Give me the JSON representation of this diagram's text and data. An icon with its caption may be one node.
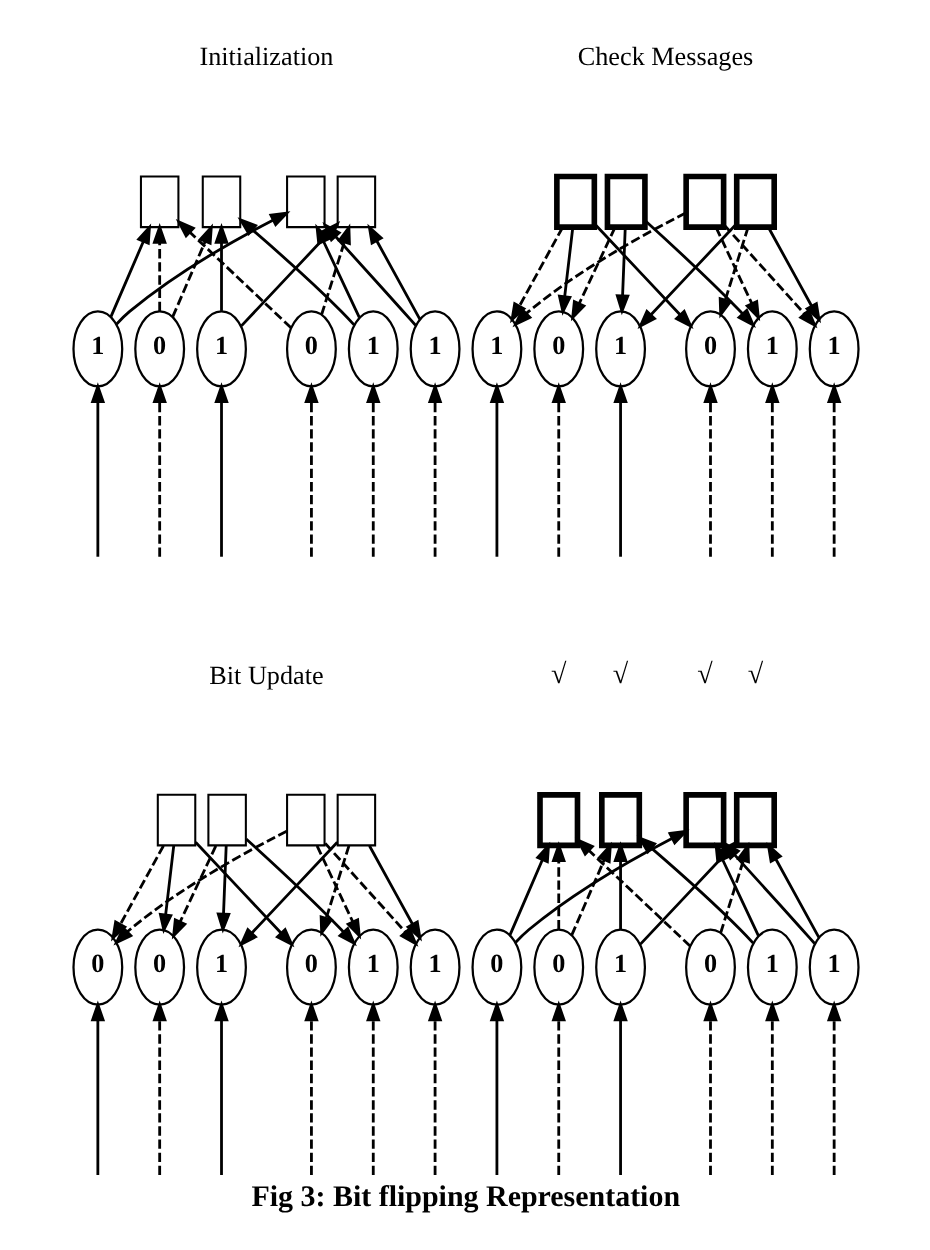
{
  "diagram": {
    "caption": "Fig 3: Bit flipping Representation",
    "nodes": [
      {
        "text": [],
        "shape": "box"
      },
      {
        "text": [],
        "shape": "box"
      },
      {
        "text": [],
        "shape": "box"
      },
      {
        "text": [],
        "shape": "box"
      },
      {
        "text": [
          "1"
        ]
      },
      {
        "text": [
          "0"
        ]
      },
      {
        "text": [
          "1"
        ]
      },
      {
        "text": [
          "0"
        ]
      },
      {
        "text": [
          "1"
        ]
      },
      {
        "text": [
          "1"
        ]
      },
      {
        "text": [],
        "shape": "box"
      },
      {
        "text": [],
        "shape": "box"
      },
      {
        "text": [],
        "shape": "box"
      },
      {
        "text": [],
        "shape": "box"
      },
      {
        "text": [
          "1"
        ]
      },
      {
        "text": [
          "0"
        ]
      },
      {
        "text": [
          "1"
        ]
      },
      {
        "text": [
          "0"
        ]
      },
      {
        "text": [
          "1"
        ]
      },
      {
        "text": [
          "1"
        ]
      },
      {
        "text": [],
        "shape": "box"
      },
      {
        "text": [],
        "shape": "box"
      },
      {
        "text": [],
        "shape": "box"
      },
      {
        "text": [],
        "shape": "box"
      },
      {
        "text": [
          "0"
        ]
      },
      {
        "text": [
          "0"
        ]
      },
      {
        "text": [
          "1"
        ]
      },
      {
        "text": [
          "0"
        ]
      },
      {
        "text": [
          "1"
        ]
      },
      {
        "text": [
          "1"
        ]
      },
      {
        "text": [],
        "shape": "box",
        "beside": [
          "√"
        ]
      },
      {
        "text": [],
        "shape": "box",
        "beside": [
          "√"
        ]
      },
      {
        "text": [],
        "shape": "box",
        "beside": [
          "√"
        ]
      },
      {
        "text": [],
        "shape": "box",
        "beside": [
          "√"
        ]
      },
      {
        "text": [
          "0"
        ]
      },
      {
        "text": [
          "0"
        ]
      },
      {
        "text": [
          "1"
        ]
      },
      {
        "text": [
          "0"
        ]
      },
      {
        "text": [
          "1"
        ]
      },
      {
        "text": [
          "1"
        ]
      }
    ],
    "edges": [
      {
        "from": 4,
        "to": 0,
        "arrow": "to"
      },
      {
        "from": 4,
        "to": 2,
        "arrow": "to"
      },
      {
        "from": 5,
        "to": 0,
        "arrow": "to",
        "style": "dashed"
      },
      {
        "from": 5,
        "to": 1,
        "arrow": "to",
        "style": "dashed"
      },
      {
        "from": 6,
        "to": 1,
        "arrow": "to"
      },
      {
        "from": 6,
        "to": 3,
        "arrow": "to"
      },
      {
        "from": 7,
        "to": 0,
        "arrow": "to",
        "style": "dashed"
      },
      {
        "from": 7,
        "to": 3,
        "arrow": "to",
        "style": "dashed"
      },
      {
        "from": 8,
        "to": 1,
        "arrow": "to"
      },
      {
        "from": 8,
        "to": 2,
        "arrow": "to"
      },
      {
        "from": 9,
        "to": 2,
        "arrow": "to"
      },
      {
        "from": 9,
        "to": 3,
        "arrow": "to"
      },
      {
        "from": null,
        "to": 4,
        "arrow": "to"
      },
      {
        "from": null,
        "to": 5,
        "arrow": "to",
        "style": "dashed"
      },
      {
        "from": null,
        "to": 6,
        "arrow": "to"
      },
      {
        "from": null,
        "to": 7,
        "arrow": "to",
        "style": "dashed"
      },
      {
        "from": null,
        "to": 8,
        "arrow": "to",
        "style": "dashed"
      },
      {
        "from": null,
        "to": 9,
        "arrow": "to",
        "style": "dashed"
      },
      {
        "from": 10,
        "to": 14,
        "arrow": "to",
        "style": "dashed"
      },
      {
        "from": 10,
        "to": 15,
        "arrow": "to"
      },
      {
        "from": 10,
        "to": 17,
        "arrow": "to"
      },
      {
        "from": 11,
        "to": 15,
        "arrow": "to",
        "style": "dashed"
      },
      {
        "from": 11,
        "to": 16,
        "arrow": "to"
      },
      {
        "from": 11,
        "to": 18,
        "arrow": "to"
      },
      {
        "from": 12,
        "to": 14,
        "arrow": "to",
        "style": "dashed"
      },
      {
        "from": 12,
        "to": 18,
        "arrow": "to",
        "style": "dashed"
      },
      {
        "from": 12,
        "to": 19,
        "arrow": "to",
        "style": "dashed"
      },
      {
        "from": 13,
        "to": 16,
        "arrow": "to"
      },
      {
        "from": 13,
        "to": 17,
        "arrow": "to",
        "style": "dashed"
      },
      {
        "from": 13,
        "to": 19,
        "arrow": "to"
      },
      {
        "from": null,
        "to": 14,
        "arrow": "to"
      },
      {
        "from": null,
        "to": 15,
        "arrow": "to",
        "style": "dashed"
      },
      {
        "from": null,
        "to": 16,
        "arrow": "to"
      },
      {
        "from": null,
        "to": 17,
        "arrow": "to",
        "style": "dashed"
      },
      {
        "from": null,
        "to": 18,
        "arrow": "to",
        "style": "dashed"
      },
      {
        "from": null,
        "to": 19,
        "arrow": "to",
        "style": "dashed"
      },
      {
        "from": 20,
        "to": 24,
        "arrow": "to",
        "style": "dashed"
      },
      {
        "from": 20,
        "to": 25,
        "arrow": "to"
      },
      {
        "from": 20,
        "to": 27,
        "arrow": "to"
      },
      {
        "from": 21,
        "to": 25,
        "arrow": "to",
        "style": "dashed"
      },
      {
        "from": 21,
        "to": 26,
        "arrow": "to"
      },
      {
        "from": 21,
        "to": 28,
        "arrow": "to"
      },
      {
        "from": 22,
        "to": 24,
        "arrow": "to",
        "style": "dashed"
      },
      {
        "from": 22,
        "to": 28,
        "arrow": "to",
        "style": "dashed"
      },
      {
        "from": 22,
        "to": 29,
        "arrow": "to",
        "style": "dashed"
      },
      {
        "from": 23,
        "to": 26,
        "arrow": "to"
      },
      {
        "from": 23,
        "to": 27,
        "arrow": "to",
        "style": "dashed"
      },
      {
        "from": 23,
        "to": 29,
        "arrow": "to"
      },
      {
        "from": null,
        "to": 24,
        "arrow": "to"
      },
      {
        "from": null,
        "to": 25,
        "arrow": "to",
        "style": "dashed"
      },
      {
        "from": null,
        "to": 26,
        "arrow": "to"
      },
      {
        "from": null,
        "to": 27,
        "arrow": "to",
        "style": "dashed"
      },
      {
        "from": null,
        "to": 28,
        "arrow": "to",
        "style": "dashed"
      },
      {
        "from": null,
        "to": 29,
        "arrow": "to",
        "style": "dashed"
      },
      {
        "from": 34,
        "to": 30,
        "arrow": "to"
      },
      {
        "from": 34,
        "to": 32,
        "arrow": "to"
      },
      {
        "from": 35,
        "to": 30,
        "arrow": "to",
        "style": "dashed"
      },
      {
        "from": 35,
        "to": 31,
        "arrow": "to",
        "style": "dashed"
      },
      {
        "from": 36,
        "to": 31,
        "arrow": "to"
      },
      {
        "from": 36,
        "to": 33,
        "arrow": "to"
      },
      {
        "from": 37,
        "to": 30,
        "arrow": "to",
        "style": "dashed"
      },
      {
        "from": 37,
        "to": 33,
        "arrow": "to",
        "style": "dashed"
      },
      {
        "from": 38,
        "to": 31,
        "arrow": "to"
      },
      {
        "from": 38,
        "to": 32,
        "arrow": "to"
      },
      {
        "from": 39,
        "to": 32,
        "arrow": "to"
      },
      {
        "from": 39,
        "to": 33,
        "arrow": "to"
      },
      {
        "from": null,
        "to": 34,
        "arrow": "to"
      },
      {
        "from": null,
        "to": 35,
        "arrow": "to",
        "style": "dashed"
      },
      {
        "from": null,
        "to": 36,
        "arrow": "to"
      },
      {
        "from": null,
        "to": 37,
        "arrow": "to",
        "style": "dashed"
      },
      {
        "from": null,
        "to": 38,
        "arrow": "to",
        "style": "dashed"
      },
      {
        "from": null,
        "to": 39,
        "arrow": "to",
        "style": "dashed"
      }
    ],
    "labels": [
      "Initialization",
      "Check Messages",
      "Bit Update"
    ]
  }
}
